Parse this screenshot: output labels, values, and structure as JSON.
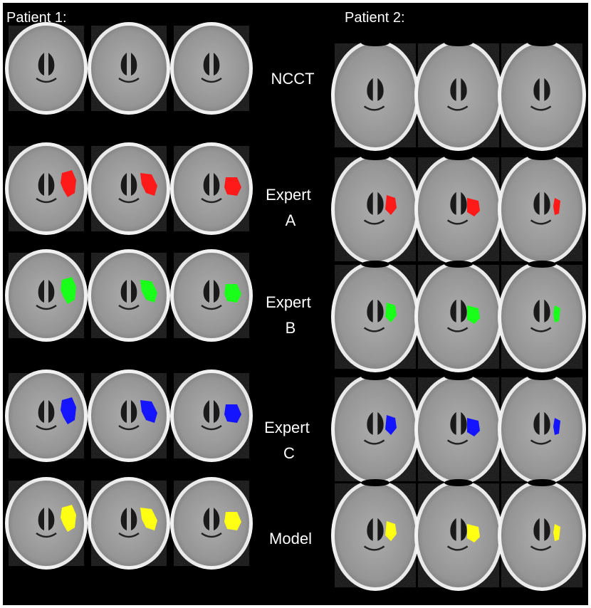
{
  "patients": [
    {
      "title": "Patient 1:"
    },
    {
      "title": "Patient 2:"
    }
  ],
  "rows": [
    {
      "label_lines": [
        "NCCT"
      ],
      "overlay": null
    },
    {
      "label_lines": [
        "Expert",
        "A"
      ],
      "overlay": "#ff1a1a"
    },
    {
      "label_lines": [
        "Expert",
        "B"
      ],
      "overlay": "#1aff1a"
    },
    {
      "label_lines": [
        "Expert",
        "C"
      ],
      "overlay": "#1414ff"
    },
    {
      "label_lines": [
        "Model"
      ],
      "overlay": "#ffff14"
    }
  ],
  "slices_per_row": 3
}
